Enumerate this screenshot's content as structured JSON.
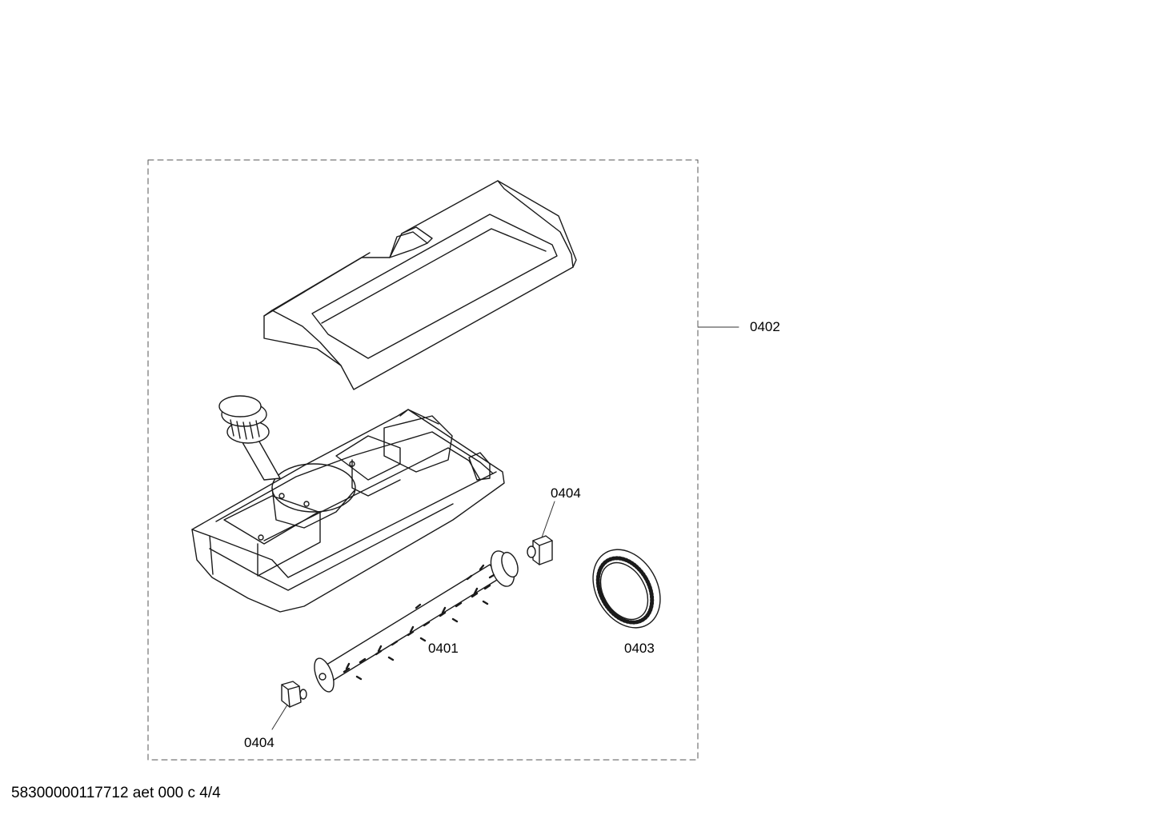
{
  "callouts": {
    "cover": "0402",
    "bearing_right": "0404",
    "brush_roller": "0401",
    "drive_belt": "0403",
    "bearing_left": "0404"
  },
  "footer_code": "58300000117712 aet 000 c 4/4"
}
